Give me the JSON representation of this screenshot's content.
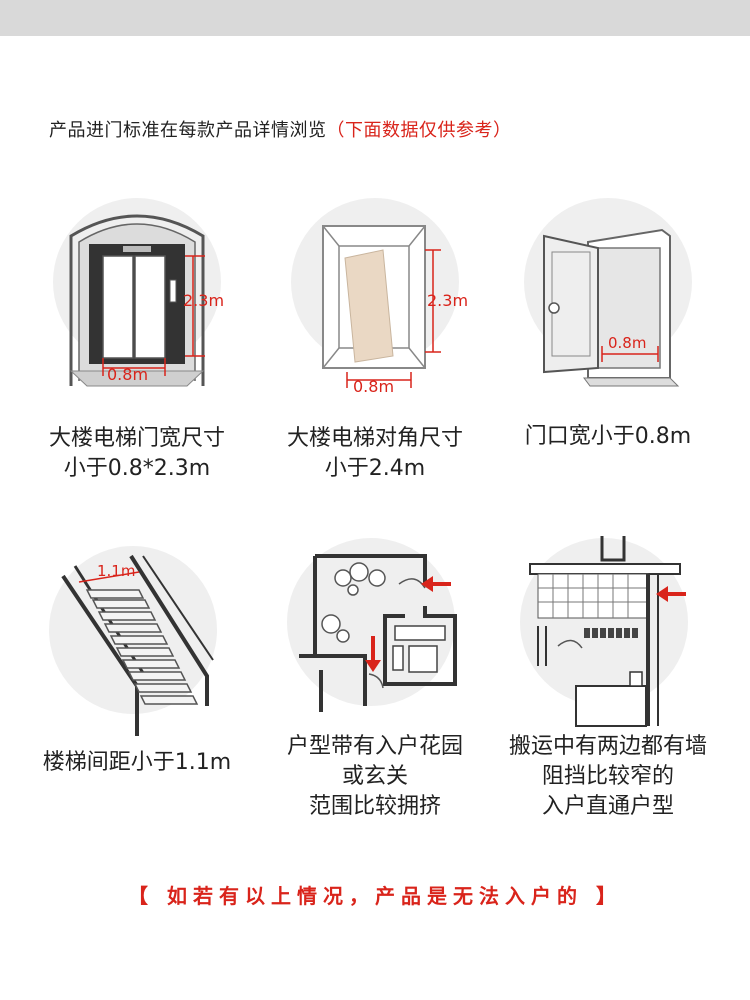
{
  "intro": {
    "text": "产品进门标准在每款产品详情浏览",
    "note": "（下面数据仅供参考）"
  },
  "colors": {
    "accent": "#d9241b",
    "circle": "#efefef",
    "wall": "#9e9e9e",
    "board": "#ead8c4"
  },
  "cards": [
    {
      "icon": "elevator-door-icon",
      "dim_height": "2.3m",
      "dim_width": "0.8m",
      "caption": [
        "大楼电梯门宽尺寸",
        "小于0.8*2.3m"
      ]
    },
    {
      "icon": "elevator-diagonal-icon",
      "dim_height": "2.3m",
      "dim_width": "0.8m",
      "caption": [
        "大楼电梯对角尺寸",
        "小于2.4m"
      ]
    },
    {
      "icon": "door-icon",
      "dim_width": "0.8m",
      "caption": [
        "门口宽小于0.8m"
      ]
    },
    {
      "icon": "staircase-icon",
      "dim_width": "1.1m",
      "caption": [
        "楼梯间距小于1.1m"
      ]
    },
    {
      "icon": "floor-plan-icon",
      "caption": [
        "户型带有入户花园",
        "或玄关",
        "范围比较拥挤"
      ]
    },
    {
      "icon": "narrow-corridor-icon",
      "caption": [
        "搬运中有两边都有墙",
        "阻挡比较窄的",
        "入户直通户型"
      ]
    }
  ],
  "footer": {
    "text": "【 如若有以上情况，产品是无法入户的 】"
  }
}
